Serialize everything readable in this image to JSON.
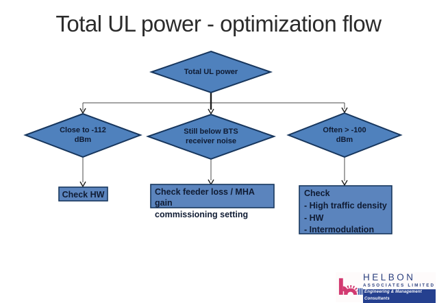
{
  "slide": {
    "title": "Total UL power - optimization flow"
  },
  "flowchart": {
    "root": "Total UL power",
    "branches": [
      {
        "condition": "Close to -112\ndBm",
        "action": "Check HW"
      },
      {
        "condition": "Still below BTS\nreceiver noise",
        "action": "Check feeder loss / MHA gain\ncommissioning setting"
      },
      {
        "condition": "Often > -100\ndBm",
        "action": "Check\n- High traffic density\n- HW\n- Intermodulation"
      }
    ]
  },
  "logo": {
    "name": "HELBON",
    "subtitle": "ASSOCIATES LIMITED",
    "tagline": "Engineering & Management Consultants"
  },
  "colors": {
    "decision_fill": "#4f81bd",
    "action_fill": "#5b84bd",
    "shape_border": "#17365d",
    "connector": "#4a4a4a",
    "title_text": "#2b2b2b",
    "logo_magenta": "#d23a71",
    "logo_navy": "#2a3f7e",
    "logo_bar_blue": "#25408f"
  }
}
